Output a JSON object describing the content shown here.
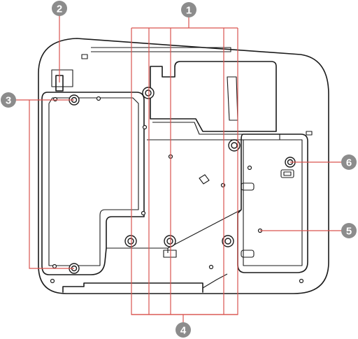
{
  "callouts": [
    {
      "id": "1",
      "label": "1"
    },
    {
      "id": "2",
      "label": "2"
    },
    {
      "id": "3",
      "label": "3"
    },
    {
      "id": "4",
      "label": "4"
    },
    {
      "id": "5",
      "label": "5"
    },
    {
      "id": "6",
      "label": "6"
    }
  ],
  "colors": {
    "callout_line": "#d9534f",
    "callout_badge": "#8c8c8c",
    "outline": "#1a1a1a"
  }
}
